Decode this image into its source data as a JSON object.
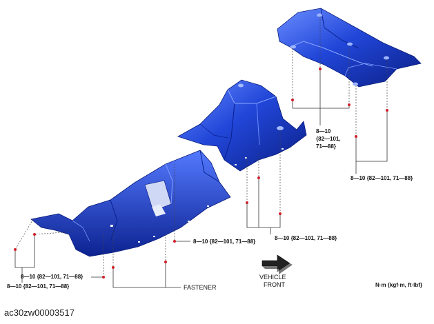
{
  "labels": {
    "torque_a": "8—10 {82—101, 71—88}",
    "torque_b": "8—10 {82—101, 71—88}",
    "torque_c": "8—10 {82—101, 71—88}",
    "torque_d": "8—10 {82—101, 71—88}",
    "torque_e": "8—10 {82—101, 71—88}",
    "torque_f_line1": "8—10",
    "torque_f_line2": "{82—101,",
    "torque_f_line3": "71—88}",
    "fastener": "FASTENER",
    "vehicle_front_line1": "VEHICLE",
    "vehicle_front_line2": "FRONT",
    "units": "N·m {kgf·m, ft·lbf}"
  },
  "reference_code": "ac30zw00003517",
  "colors": {
    "panel_fill": "#1f45d6",
    "panel_dark": "#0a1f8a",
    "panel_light": "#5f86ff",
    "fastener_marker": "#d0202a",
    "leader_line": "#333333"
  }
}
